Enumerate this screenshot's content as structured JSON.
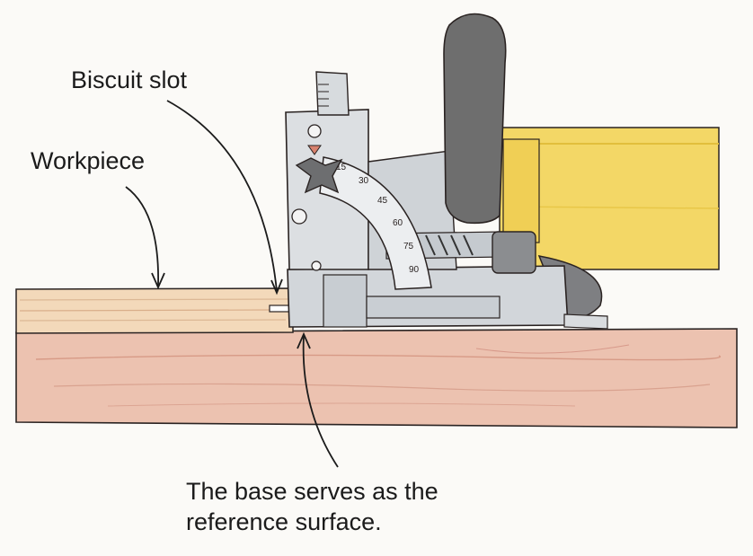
{
  "labels": {
    "biscuit_slot": "Biscuit slot",
    "workpiece": "Workpiece",
    "base_line1": "The base serves as the",
    "base_line2": "reference surface."
  },
  "scale": {
    "ticks": [
      "15",
      "30",
      "45",
      "60",
      "75",
      "90"
    ]
  },
  "colors": {
    "background": "#fbfaf7",
    "base_board": "#ecc2b0",
    "workpiece": "#f3d9ba",
    "machine_body": "#d2d6da",
    "motor_housing": "#f3d766",
    "handle": "#6e6e6e",
    "ink": "#1b1b1b"
  }
}
